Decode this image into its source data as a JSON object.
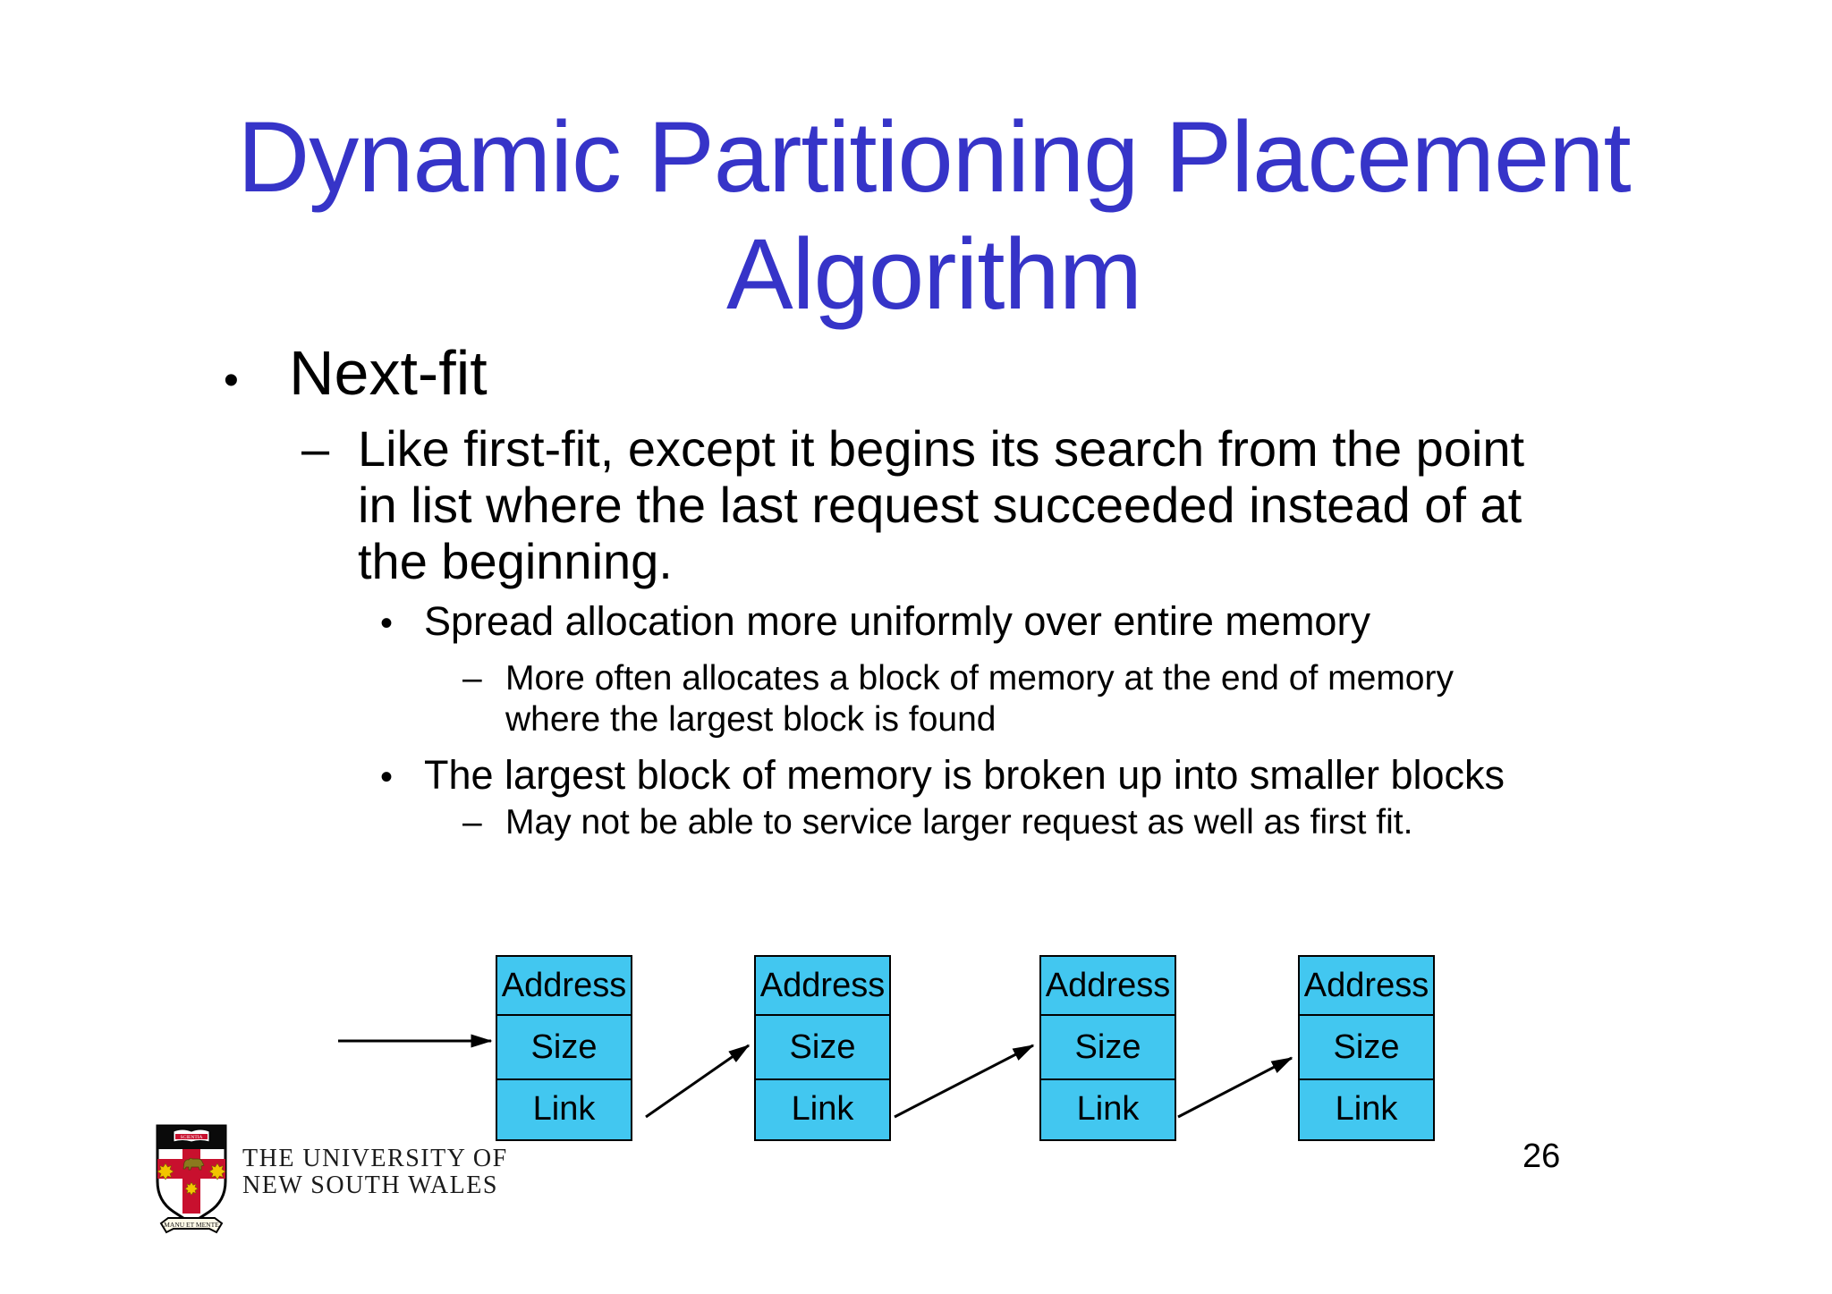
{
  "slide": {
    "title": "Dynamic Partitioning Placement\nAlgorithm",
    "page_number": "26",
    "title_color": "#3634c8",
    "node_fill_color": "#42c7f0"
  },
  "bullets": [
    {
      "level": 1,
      "marker": "•",
      "text": "Next-fit"
    },
    {
      "level": 2,
      "marker": "–",
      "text": "Like first-fit, except it begins its search from the point\nin list where the last request succeeded instead of at\nthe beginning."
    },
    {
      "level": 3,
      "marker": "•",
      "text": "Spread allocation more uniformly over entire memory"
    },
    {
      "level": 4,
      "marker": "–",
      "text": "More often allocates a block of memory at the end of memory\nwhere the largest block is found"
    },
    {
      "level": 3,
      "marker": "•",
      "text": "The largest block of memory is broken up into smaller blocks"
    },
    {
      "level": 4,
      "marker": "–",
      "text": "May not be able to service larger request as well as first fit."
    }
  ],
  "diagram": {
    "description": "free-list linked nodes",
    "nodes": [
      {
        "cells": [
          "Address",
          "Size",
          "Link"
        ]
      },
      {
        "cells": [
          "Address",
          "Size",
          "Link"
        ]
      },
      {
        "cells": [
          "Address",
          "Size",
          "Link"
        ]
      },
      {
        "cells": [
          "Address",
          "Size",
          "Link"
        ]
      }
    ]
  },
  "footer": {
    "university": "THE UNIVERSITY OF\nNEW SOUTH WALES",
    "crest_motto": "MANU ET MENTE",
    "crest_book_text": "SCIENTIA"
  }
}
